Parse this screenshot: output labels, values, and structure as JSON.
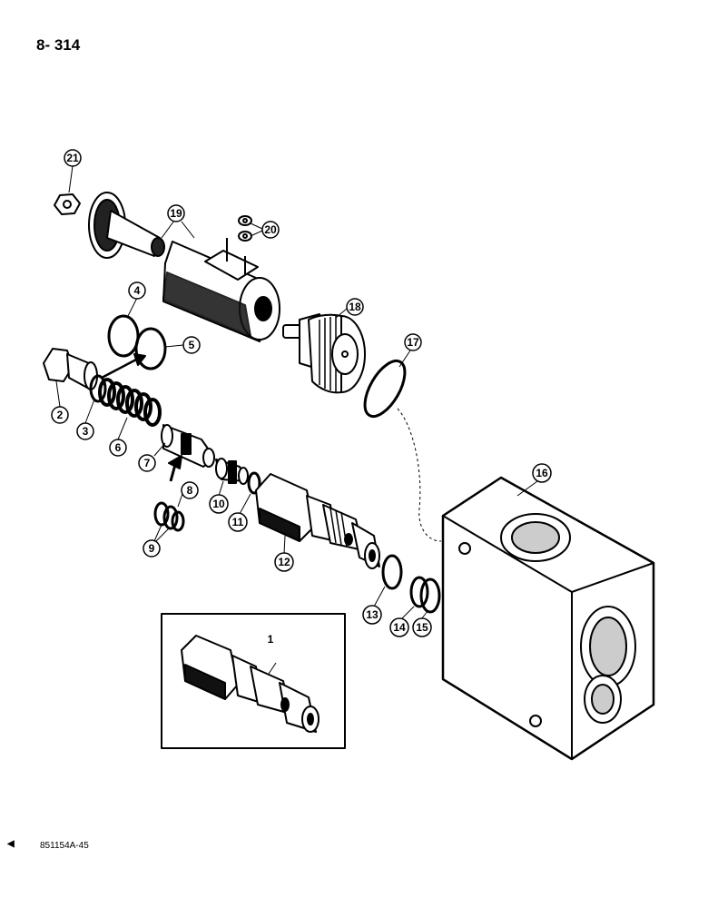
{
  "page": {
    "number": "8- 314",
    "doc_code": "851154A-45",
    "corner_mark": "◀"
  },
  "callouts": [
    {
      "id": "1"
    },
    {
      "id": "2"
    },
    {
      "id": "3"
    },
    {
      "id": "4"
    },
    {
      "id": "5"
    },
    {
      "id": "6"
    },
    {
      "id": "7"
    },
    {
      "id": "8"
    },
    {
      "id": "9"
    },
    {
      "id": "10"
    },
    {
      "id": "11"
    },
    {
      "id": "12"
    },
    {
      "id": "13"
    },
    {
      "id": "14"
    },
    {
      "id": "15"
    },
    {
      "id": "16"
    },
    {
      "id": "17"
    },
    {
      "id": "18"
    },
    {
      "id": "19"
    },
    {
      "id": "20"
    },
    {
      "id": "21"
    }
  ]
}
